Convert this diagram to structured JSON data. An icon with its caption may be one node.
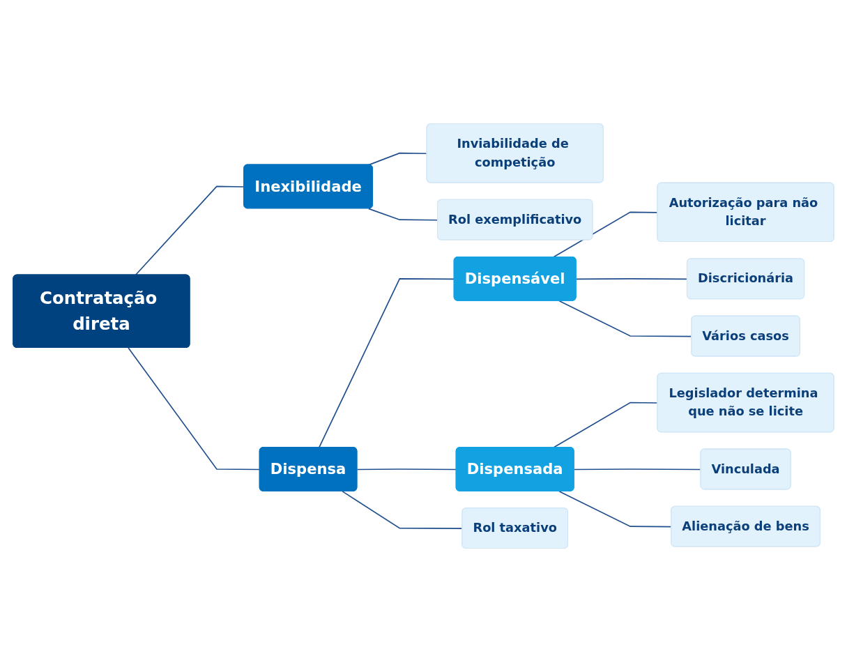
{
  "diagram": {
    "nodes": [
      {
        "text": [
          "Contratação direta"
        ]
      },
      {
        "text": [
          "Inexibilidade"
        ]
      },
      {
        "text": [
          "Inviabilidade de competição"
        ]
      },
      {
        "text": [
          "Rol exemplificativo"
        ]
      },
      {
        "text": [
          "Dispensa"
        ]
      },
      {
        "text": [
          "Dispensável"
        ]
      },
      {
        "text": [
          "Autorização para não licitar"
        ]
      },
      {
        "text": [
          "Discricionária"
        ]
      },
      {
        "text": [
          "Vários casos"
        ]
      },
      {
        "text": [
          "Dispensada"
        ]
      },
      {
        "text": [
          "Legislador determina que não se licite"
        ]
      },
      {
        "text": [
          "Vinculada"
        ]
      },
      {
        "text": [
          "Alienação de bens"
        ]
      },
      {
        "text": [
          "Rol taxativo"
        ]
      }
    ],
    "edges": [
      {
        "from": 0,
        "to": 1,
        "arrow": "none"
      },
      {
        "from": 0,
        "to": 4,
        "arrow": "none"
      },
      {
        "from": 1,
        "to": 2,
        "arrow": "none"
      },
      {
        "from": 1,
        "to": 3,
        "arrow": "none"
      },
      {
        "from": 4,
        "to": 5,
        "arrow": "none"
      },
      {
        "from": 4,
        "to": 9,
        "arrow": "none"
      },
      {
        "from": 4,
        "to": 13,
        "arrow": "none"
      },
      {
        "from": 5,
        "to": 6,
        "arrow": "none"
      },
      {
        "from": 5,
        "to": 7,
        "arrow": "none"
      },
      {
        "from": 5,
        "to": 8,
        "arrow": "none"
      },
      {
        "from": 9,
        "to": 10,
        "arrow": "none"
      },
      {
        "from": 9,
        "to": 11,
        "arrow": "none"
      },
      {
        "from": 9,
        "to": 12,
        "arrow": "none"
      }
    ]
  }
}
